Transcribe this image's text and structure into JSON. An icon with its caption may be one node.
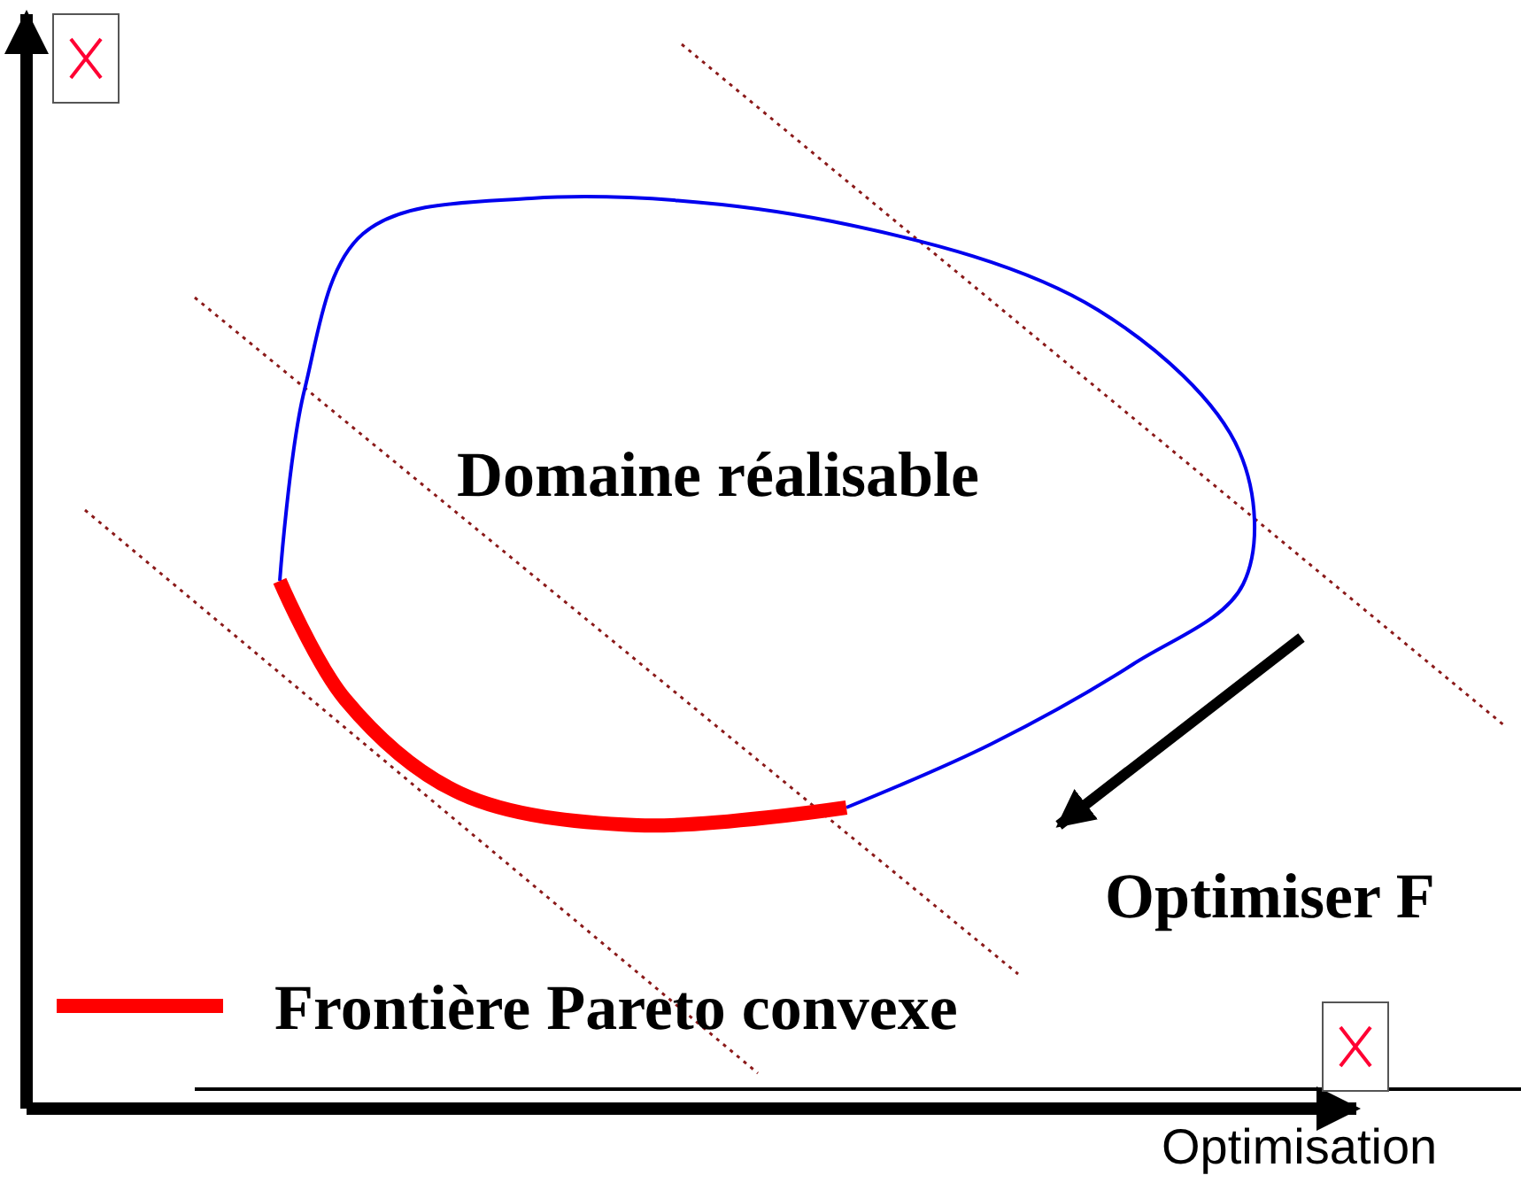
{
  "diagram": {
    "labels": [
      "Domaine réalisable",
      "Optimiser F",
      "Optimisation"
    ],
    "legend": [
      {
        "text": "Frontière Pareto convexe"
      }
    ]
  }
}
